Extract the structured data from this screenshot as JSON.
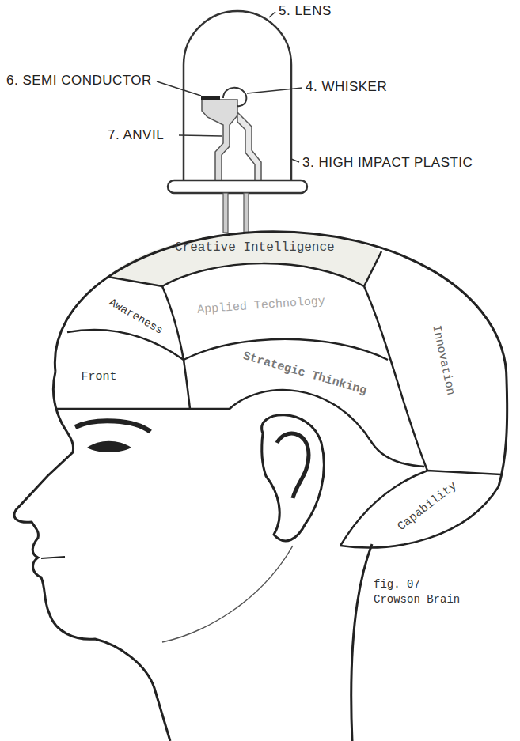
{
  "diagram": {
    "caption": "fig. 07 Crowson Brain",
    "nodes": [
      {
        "text": [
          "Creative Intelligence"
        ]
      },
      {
        "text": [
          "Awareness"
        ]
      },
      {
        "text": [
          "Applied Technology"
        ]
      },
      {
        "text": [
          "Innovation"
        ]
      },
      {
        "text": [
          "Front"
        ]
      },
      {
        "text": [
          "Strategic Thinking"
        ]
      },
      {
        "text": [
          "Capability"
        ]
      }
    ],
    "labels": [
      "5. LENS",
      "6. SEMI CONDUCTOR",
      "4. WHISKER",
      "7. ANVIL",
      "3. HIGH IMPACT PLASTIC"
    ]
  }
}
